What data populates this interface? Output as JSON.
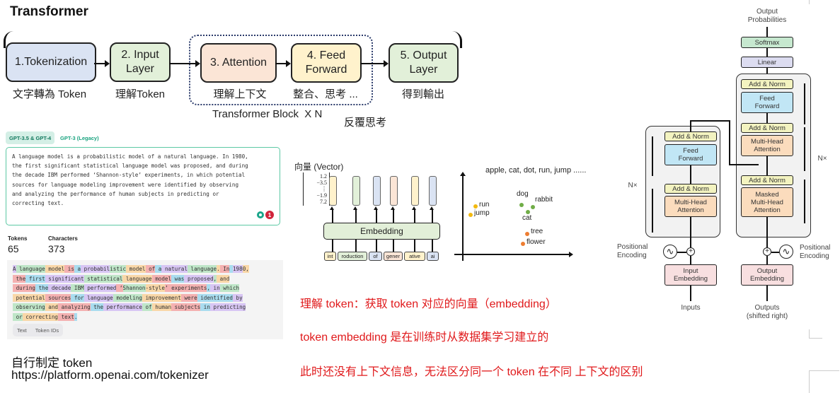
{
  "title": "Transformer",
  "pipeline": {
    "stages": [
      {
        "label": "1.Tokenization",
        "caption": "文字轉為 Token",
        "color": "#dae3f3"
      },
      {
        "label": "2. Input\nLayer",
        "caption": "理解Token",
        "color": "#e2f0d9"
      },
      {
        "label": "3. Attention",
        "caption": "理解上下文",
        "color": "#fbe5d6"
      },
      {
        "label": "4. Feed\nForward",
        "caption": "整合、思考 ...",
        "color": "#fff2cc"
      },
      {
        "label": "5. Output\nLayer",
        "caption": "得到輸出",
        "color": "#e2f0d9"
      }
    ],
    "block_label": "Transformer Block  X N",
    "repeat_label": "反覆思考"
  },
  "tokenizer": {
    "tabs": [
      {
        "label": "GPT-3.5 & GPT-4",
        "active": true
      },
      {
        "label": "GPT-3 (Legacy)",
        "active": false
      }
    ],
    "input_text_lines": [
      "A language model is a probabilistic model of a natural language. In 1980,",
      "the first significant statistical language model was proposed, and during",
      "the decade IBM performed ‘Shannon-style’ experiments, in which potential",
      "sources for language modeling improvement were identified by observing",
      "and analyzing the performance of human subjects in predicting or",
      "correcting text."
    ],
    "grammar_count": "1",
    "stats": {
      "tokens_label": "Tokens",
      "tokens_value": "65",
      "characters_label": "Characters",
      "characters_value": "373"
    },
    "token_lines": [
      [
        [
          "A",
          0
        ],
        [
          " language",
          1
        ],
        [
          " model",
          2
        ],
        [
          " is",
          3
        ],
        [
          " a",
          4
        ],
        [
          " probabil",
          0
        ],
        [
          "istic",
          1
        ],
        [
          " model",
          2
        ],
        [
          " of",
          3
        ],
        [
          " a",
          4
        ],
        [
          " natural",
          0
        ],
        [
          " language",
          1
        ],
        [
          ".",
          2
        ],
        [
          " In",
          3
        ],
        [
          " ",
          4
        ],
        [
          "198",
          0
        ],
        [
          "0",
          2
        ],
        [
          ",",
          2
        ]
      ],
      [
        [
          " the",
          3
        ],
        [
          " first",
          4
        ],
        [
          " significant",
          0
        ],
        [
          " statistical",
          1
        ],
        [
          " language",
          2
        ],
        [
          " model",
          3
        ],
        [
          " was",
          4
        ],
        [
          " proposed",
          0
        ],
        [
          ",",
          1
        ],
        [
          " and",
          2
        ]
      ],
      [
        [
          " during",
          3
        ],
        [
          " the",
          4
        ],
        [
          " decade",
          0
        ],
        [
          " IBM",
          1
        ],
        [
          " performed",
          0
        ],
        [
          " ‘",
          3
        ],
        [
          "Shannon",
          1
        ],
        [
          "-style",
          2
        ],
        [
          "’",
          3
        ],
        [
          " experiments",
          3
        ],
        [
          ",",
          4
        ],
        [
          " in",
          0
        ],
        [
          " which",
          1
        ]
      ],
      [
        [
          " potential",
          2
        ],
        [
          " sources",
          3
        ],
        [
          " for",
          4
        ],
        [
          " language",
          0
        ],
        [
          " modeling",
          1
        ],
        [
          " improvement",
          2
        ],
        [
          " were",
          3
        ],
        [
          " identified",
          4
        ],
        [
          " by",
          0
        ]
      ],
      [
        [
          " observing",
          1
        ],
        [
          " and",
          2
        ],
        [
          " analyzing",
          3
        ],
        [
          " the",
          4
        ],
        [
          " performance",
          0
        ],
        [
          " of",
          1
        ],
        [
          " human",
          2
        ],
        [
          " subjects",
          3
        ],
        [
          " in",
          4
        ],
        [
          " predicting",
          0
        ]
      ],
      [
        [
          " or",
          1
        ],
        [
          " correcting",
          2
        ],
        [
          " text",
          3
        ],
        [
          ".",
          4
        ]
      ]
    ],
    "view_options": [
      "Text",
      "Token IDs"
    ],
    "custom_note": "自行制定 token",
    "url": "https://platform.openai.com/tokenizer"
  },
  "embedding": {
    "vector_label": "向量 (Vector)",
    "vector_values": [
      "1.2",
      "−3.5",
      "⋮",
      "−1.9",
      "7.2"
    ],
    "box_label": "Embedding",
    "tokens": [
      {
        "text": "int",
        "color": "#fff2cc"
      },
      {
        "text": "roduction",
        "color": "#e2f0d9"
      },
      {
        "text": "of",
        "color": "#dae3f3"
      },
      {
        "text": "gener",
        "color": "#fbe5d6"
      },
      {
        "text": "ative",
        "color": "#fff2cc"
      },
      {
        "text": "ai",
        "color": "#dae3f3"
      }
    ]
  },
  "scatter": {
    "title": "apple, cat, dot, run, jump ......",
    "points": [
      {
        "label": "run",
        "group": "verb",
        "color": "#f2b90f"
      },
      {
        "label": "jump",
        "group": "verb",
        "color": "#f2b90f"
      },
      {
        "label": "dog",
        "group": "animal",
        "color": "#70ad47"
      },
      {
        "label": "rabbit",
        "group": "animal",
        "color": "#70ad47"
      },
      {
        "label": "cat",
        "group": "animal",
        "color": "#70ad47"
      },
      {
        "label": "tree",
        "group": "plant",
        "color": "#ed7d31"
      },
      {
        "label": "flower",
        "group": "plant",
        "color": "#ed7d31"
      }
    ]
  },
  "notes": [
    "理解 token：获取 token 对应的向量（embedding）",
    "token embedding 是在训练时从数据集学习建立的",
    "此时还没有上下文信息，无法区分同一个 token 在不同 上下文的区别"
  ],
  "architecture": {
    "output_probabilities": "Output\nProbabilities",
    "softmax": "Softmax",
    "linear": "Linear",
    "add_norm": "Add & Norm",
    "feed_forward": "Feed\nForward",
    "multi_head_attention": "Multi-Head\nAttention",
    "masked_multi_head_attention": "Masked\nMulti-Head\nAttention",
    "input_embedding": "Input\nEmbedding",
    "output_embedding": "Output\nEmbedding",
    "positional_encoding": "Positional\nEncoding",
    "inputs": "Inputs",
    "outputs": "Outputs\n(shifted right)",
    "nx": "N×"
  }
}
